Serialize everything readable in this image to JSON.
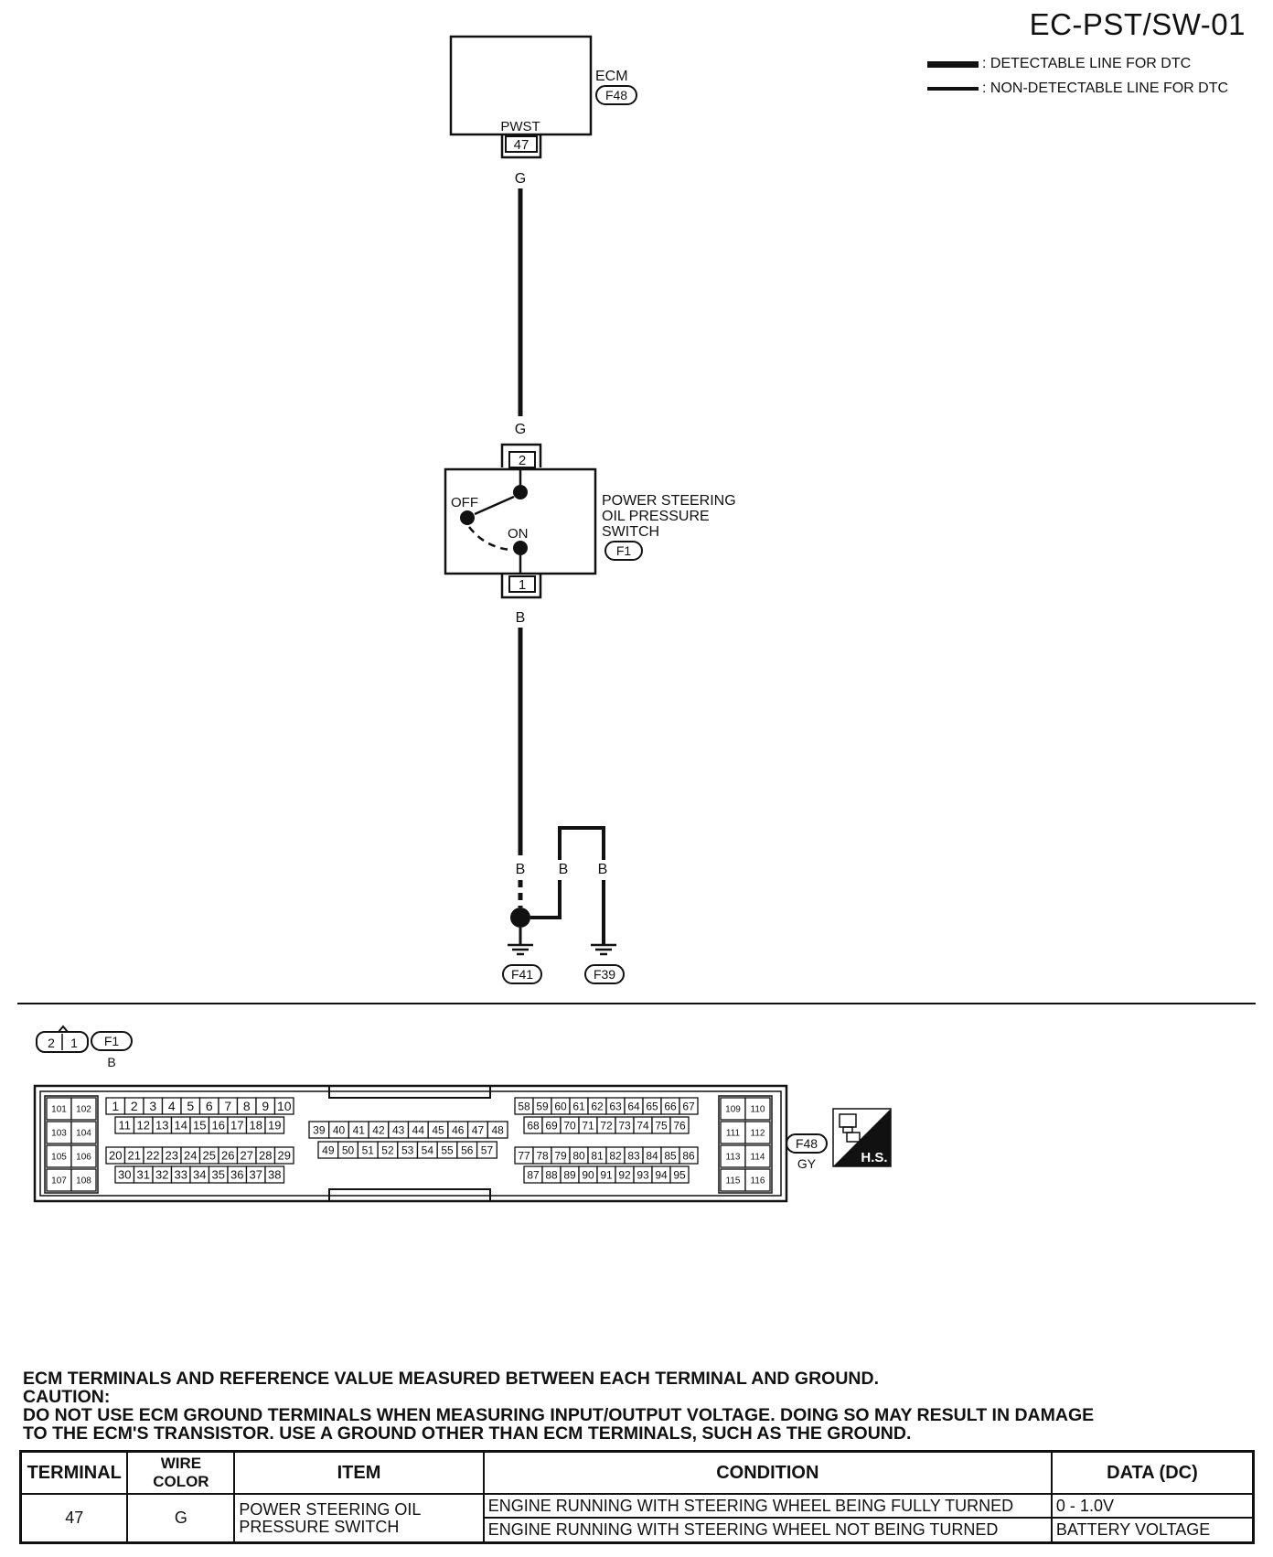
{
  "page_id": "EC-PST/SW-01",
  "legend": [
    {
      "label": ": DETECTABLE LINE FOR DTC",
      "weight": "thick"
    },
    {
      "label": ": NON-DETECTABLE LINE FOR DTC",
      "weight": "thin"
    }
  ],
  "ecm": {
    "label": "ECM",
    "connector": "F48",
    "terminal_name": "PWST",
    "terminal": "47"
  },
  "wires": {
    "upper": "G",
    "upper2": "G",
    "lower": "B",
    "g1": "B",
    "g2": "B",
    "g3": "B"
  },
  "switch": {
    "name_lines": [
      "POWER STEERING",
      "OIL PRESSURE",
      "SWITCH"
    ],
    "connector": "F1",
    "pin_top": "2",
    "pin_bottom": "1",
    "state_off": "OFF",
    "state_on": "ON"
  },
  "grounds": [
    "F41",
    "F39"
  ],
  "f1_face": {
    "pins": [
      "2",
      "1"
    ],
    "connector": "F1",
    "color": "B"
  },
  "ecm_face": {
    "connector": "F48",
    "color": "GY",
    "badge": "H.S.",
    "blocks": {
      "left_big": [
        [
          "101",
          "102"
        ],
        [
          "103",
          "104"
        ],
        [
          "105",
          "106"
        ],
        [
          "107",
          "108"
        ]
      ],
      "right_big": [
        [
          "109",
          "110"
        ],
        [
          "111",
          "112"
        ],
        [
          "113",
          "114"
        ],
        [
          "115",
          "116"
        ]
      ],
      "a_row1": [
        "1",
        "2",
        "3",
        "4",
        "5",
        "6",
        "7",
        "8",
        "9",
        "10"
      ],
      "a_row2": [
        "11",
        "12",
        "13",
        "14",
        "15",
        "16",
        "17",
        "18",
        "19"
      ],
      "a_row3": [
        "20",
        "21",
        "22",
        "23",
        "24",
        "25",
        "26",
        "27",
        "28",
        "29"
      ],
      "a_row4": [
        "30",
        "31",
        "32",
        "33",
        "34",
        "35",
        "36",
        "37",
        "38"
      ],
      "b_row1": [
        "39",
        "40",
        "41",
        "42",
        "43",
        "44",
        "45",
        "46",
        "47",
        "48"
      ],
      "b_row2": [
        "49",
        "50",
        "51",
        "52",
        "53",
        "54",
        "55",
        "56",
        "57"
      ],
      "c_row1": [
        "58",
        "59",
        "60",
        "61",
        "62",
        "63",
        "64",
        "65",
        "66",
        "67"
      ],
      "c_row2": [
        "68",
        "69",
        "70",
        "71",
        "72",
        "73",
        "74",
        "75",
        "76"
      ],
      "c_row3": [
        "77",
        "78",
        "79",
        "80",
        "81",
        "82",
        "83",
        "84",
        "85",
        "86"
      ],
      "c_row4": [
        "87",
        "88",
        "89",
        "90",
        "91",
        "92",
        "93",
        "94",
        "95"
      ]
    }
  },
  "notes": {
    "line1": "ECM TERMINALS AND REFERENCE VALUE MEASURED BETWEEN EACH TERMINAL AND GROUND.",
    "line2": "CAUTION:",
    "line3": "DO NOT USE ECM GROUND TERMINALS WHEN MEASURING INPUT/OUTPUT VOLTAGE. DOING SO MAY RESULT IN  DAMAGE",
    "line4": "TO THE  ECM'S TRANSISTOR. USE A GROUND OTHER THAN ECM TERMINALS, SUCH AS THE GROUND."
  },
  "table": {
    "headers": [
      "TERMINAL",
      "WIRE COLOR",
      "ITEM",
      "CONDITION",
      "DATA (DC)"
    ],
    "terminal": "47",
    "wire_color": "G",
    "item": "POWER STEERING OIL PRESSURE SWITCH",
    "rows": [
      {
        "condition": "ENGINE RUNNING WITH STEERING WHEEL BEING FULLY TURNED",
        "data": "0 - 1.0V"
      },
      {
        "condition": "ENGINE RUNNING WITH STEERING WHEEL NOT BEING TURNED",
        "data": "BATTERY VOLTAGE"
      }
    ]
  }
}
